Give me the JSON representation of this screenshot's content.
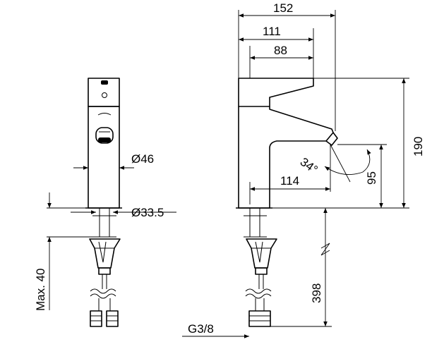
{
  "dimensions": {
    "width_total": "152",
    "width_body": "111",
    "width_lever": "88",
    "height_total": "190",
    "height_spout": "95",
    "spout_reach": "114",
    "spout_angle": "34°",
    "pipe_length": "398",
    "diameter_body": "Ø46",
    "diameter_base": "Ø33.5",
    "max_thickness": "Max. 40",
    "thread": "G3/8"
  },
  "icons": {
    "arrowhead": "arrowhead-icon",
    "break_mark": "wave-break-icon"
  }
}
